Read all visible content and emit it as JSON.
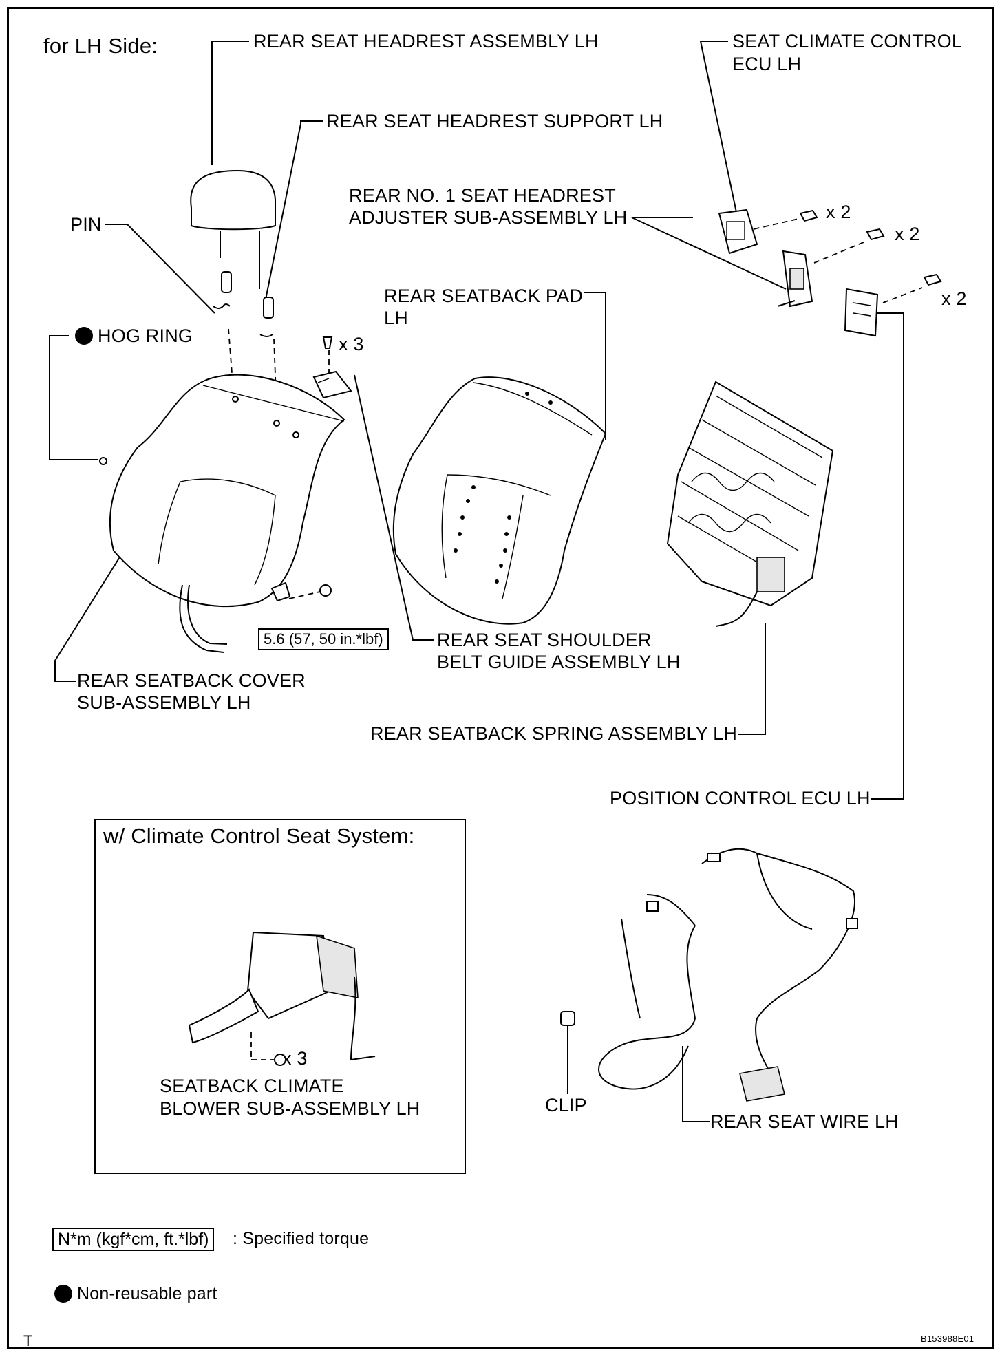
{
  "header": "for LH Side:",
  "labels": {
    "headrest": "REAR SEAT HEADREST ASSEMBLY LH",
    "headrest_support": "REAR SEAT HEADREST SUPPORT LH",
    "climate_ecu_line1": "SEAT CLIMATE CONTROL",
    "climate_ecu_line2": "ECU LH",
    "adjuster_line1": "REAR NO. 1 SEAT HEADREST",
    "adjuster_line2": "ADJUSTER SUB-ASSEMBLY LH",
    "pin": "PIN",
    "hog_ring": "HOG RING",
    "pad_line1": "REAR SEATBACK PAD",
    "pad_line2": "LH",
    "shoulder_guide_line1": "REAR SEAT SHOULDER",
    "shoulder_guide_line2": "BELT GUIDE ASSEMBLY LH",
    "cover_line1": "REAR SEATBACK COVER",
    "cover_line2": "SUB-ASSEMBLY LH",
    "spring": "REAR SEATBACK SPRING ASSEMBLY LH",
    "position_ecu": "POSITION CONTROL ECU LH",
    "clip": "CLIP",
    "rear_seat_wire": "REAR SEAT WIRE LH",
    "blower_line1": "SEATBACK CLIMATE",
    "blower_line2": "BLOWER SUB-ASSEMBLY LH"
  },
  "quantities": {
    "ecu_bolts": "x 2",
    "adjuster_bolts": "x 2",
    "position_ecu_bolts": "x 2",
    "guide_screws": "x 3",
    "blower_nuts": "x 3"
  },
  "torque_spec": "5.6 (57, 50 in.*lbf)",
  "subsection_title": "w/ Climate Control Seat System:",
  "legend": {
    "torque_units": "N*m (kgf*cm, ft.*lbf)",
    "torque_text": ": Specified torque",
    "nonreusable_text": "Non-reusable part"
  },
  "footer": {
    "left_mark": "T",
    "figure_id": "B153988E01"
  }
}
